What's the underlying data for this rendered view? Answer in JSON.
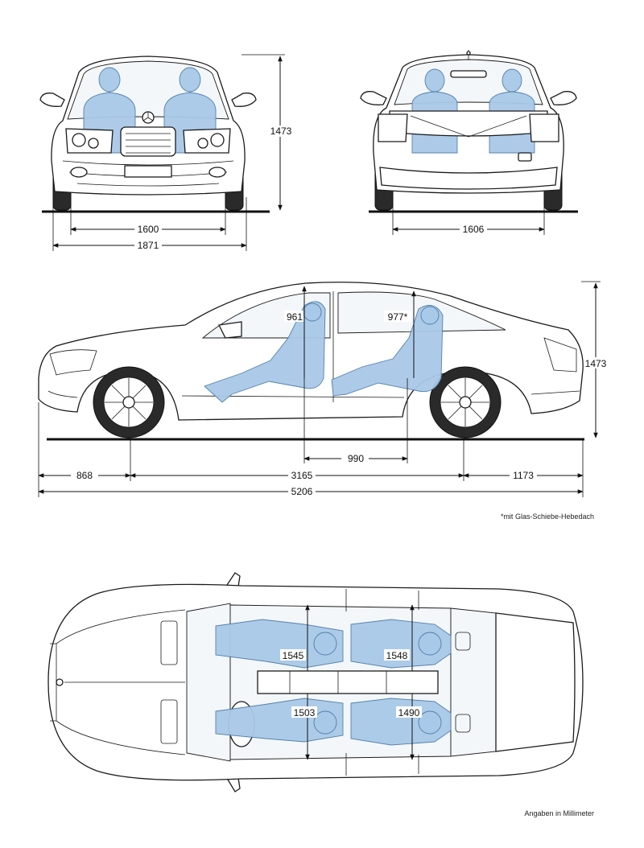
{
  "front_view": {
    "height": "1473",
    "track": "1600",
    "width": "1871"
  },
  "rear_view": {
    "track": "1606"
  },
  "side_view": {
    "front_headroom": "961",
    "rear_headroom": "977*",
    "height": "1473",
    "seat_spacing": "990",
    "front_overhang": "868",
    "wheelbase": "3165",
    "rear_overhang": "1173",
    "length": "5206",
    "footnote": "*mit Glas-Schiebe-Hebedach"
  },
  "top_view": {
    "front_shoulder_width": "1545",
    "rear_shoulder_width": "1548",
    "front_elbow_width": "1503",
    "rear_elbow_width": "1490",
    "units_note": "Angaben in Millimeter"
  }
}
